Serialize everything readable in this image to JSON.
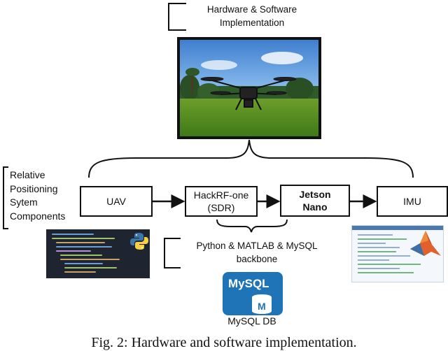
{
  "top_label": {
    "line1": "Hardware & Software",
    "line2": "Implementation"
  },
  "left_label": {
    "lines": [
      "Relative",
      "Positioning",
      "Sytem",
      "Components"
    ]
  },
  "boxes": {
    "uav": "UAV",
    "hackrf_line1": "HackRF-one",
    "hackrf_line2": "(SDR)",
    "jetson_line1": "Jetson",
    "jetson_line2": "Nano",
    "imu": "IMU"
  },
  "backbone_label": {
    "line1": "Python & MATLAB & MySQL",
    "line2": "backbone"
  },
  "mysql": {
    "logo_text": "MySQL",
    "badge_letter": "M",
    "label": "MySQL DB"
  },
  "caption": "Fig. 2: Hardware and software implementation.",
  "colors": {
    "mysql_blue": "#1f73b7",
    "python_blue": "#3b77a8",
    "python_yellow": "#f7d046",
    "matlab_orange": "#e2612a",
    "code_bg": "#1f2530"
  },
  "icons": [
    "drone-photo",
    "python-logo",
    "matlab-logo",
    "mysql-logo",
    "code-screenshot",
    "matlab-editor-screenshot"
  ]
}
